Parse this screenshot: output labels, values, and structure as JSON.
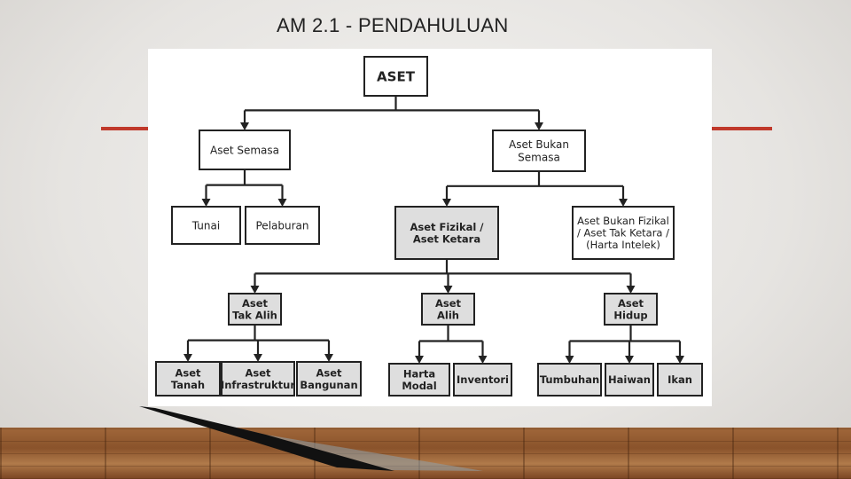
{
  "slide": {
    "title": "AM 2.1 - PENDAHULUAN",
    "accent_color": "#c0392b"
  },
  "diagram": {
    "nodes": {
      "aset": {
        "lines": [
          "ASET"
        ],
        "shaded": false
      },
      "aset_semasa": {
        "lines": [
          "Aset Semasa"
        ],
        "shaded": false
      },
      "aset_bukan_semasa": {
        "lines": [
          "Aset Bukan",
          "Semasa"
        ],
        "shaded": false
      },
      "tunai": {
        "lines": [
          "Tunai"
        ],
        "shaded": false
      },
      "pelaburan": {
        "lines": [
          "Pelaburan"
        ],
        "shaded": false
      },
      "aset_fizikal": {
        "lines": [
          "Aset Fizikal /",
          "Aset Ketara"
        ],
        "shaded": true
      },
      "aset_bukan_fizikal": {
        "lines": [
          "Aset Bukan Fizikal",
          "/ Aset Tak Ketara /",
          "(Harta Intelek)"
        ],
        "shaded": false
      },
      "aset_tak_alih": {
        "lines": [
          "Aset",
          "Tak Alih"
        ],
        "shaded": true
      },
      "aset_alih": {
        "lines": [
          "Aset",
          "Alih"
        ],
        "shaded": true
      },
      "aset_hidup": {
        "lines": [
          "Aset",
          "Hidup"
        ],
        "shaded": true
      },
      "aset_tanah": {
        "lines": [
          "Aset",
          "Tanah"
        ],
        "shaded": true
      },
      "aset_infrastruktur": {
        "lines": [
          "Aset",
          "Infrastruktur"
        ],
        "shaded": true
      },
      "aset_bangunan": {
        "lines": [
          "Aset",
          "Bangunan"
        ],
        "shaded": true
      },
      "harta_modal": {
        "lines": [
          "Harta",
          "Modal"
        ],
        "shaded": true
      },
      "inventori": {
        "lines": [
          "Inventori"
        ],
        "shaded": true
      },
      "tumbuhan": {
        "lines": [
          "Tumbuhan"
        ],
        "shaded": true
      },
      "haiwan": {
        "lines": [
          "Haiwan"
        ],
        "shaded": true
      },
      "ikan": {
        "lines": [
          "Ikan"
        ],
        "shaded": true
      }
    },
    "edges": [
      [
        "aset",
        "aset_semasa"
      ],
      [
        "aset",
        "aset_bukan_semasa"
      ],
      [
        "aset_semasa",
        "tunai"
      ],
      [
        "aset_semasa",
        "pelaburan"
      ],
      [
        "aset_bukan_semasa",
        "aset_fizikal"
      ],
      [
        "aset_bukan_semasa",
        "aset_bukan_fizikal"
      ],
      [
        "aset_fizikal",
        "aset_tak_alih"
      ],
      [
        "aset_fizikal",
        "aset_alih"
      ],
      [
        "aset_fizikal",
        "aset_hidup"
      ],
      [
        "aset_tak_alih",
        "aset_tanah"
      ],
      [
        "aset_tak_alih",
        "aset_infrastruktur"
      ],
      [
        "aset_tak_alih",
        "aset_bangunan"
      ],
      [
        "aset_alih",
        "harta_modal"
      ],
      [
        "aset_alih",
        "inventori"
      ],
      [
        "aset_hidup",
        "tumbuhan"
      ],
      [
        "aset_hidup",
        "haiwan"
      ],
      [
        "aset_hidup",
        "ikan"
      ]
    ],
    "colors": {
      "shaded_fill": "#dedede",
      "plain_fill": "#ffffff",
      "stroke": "#222222"
    }
  }
}
